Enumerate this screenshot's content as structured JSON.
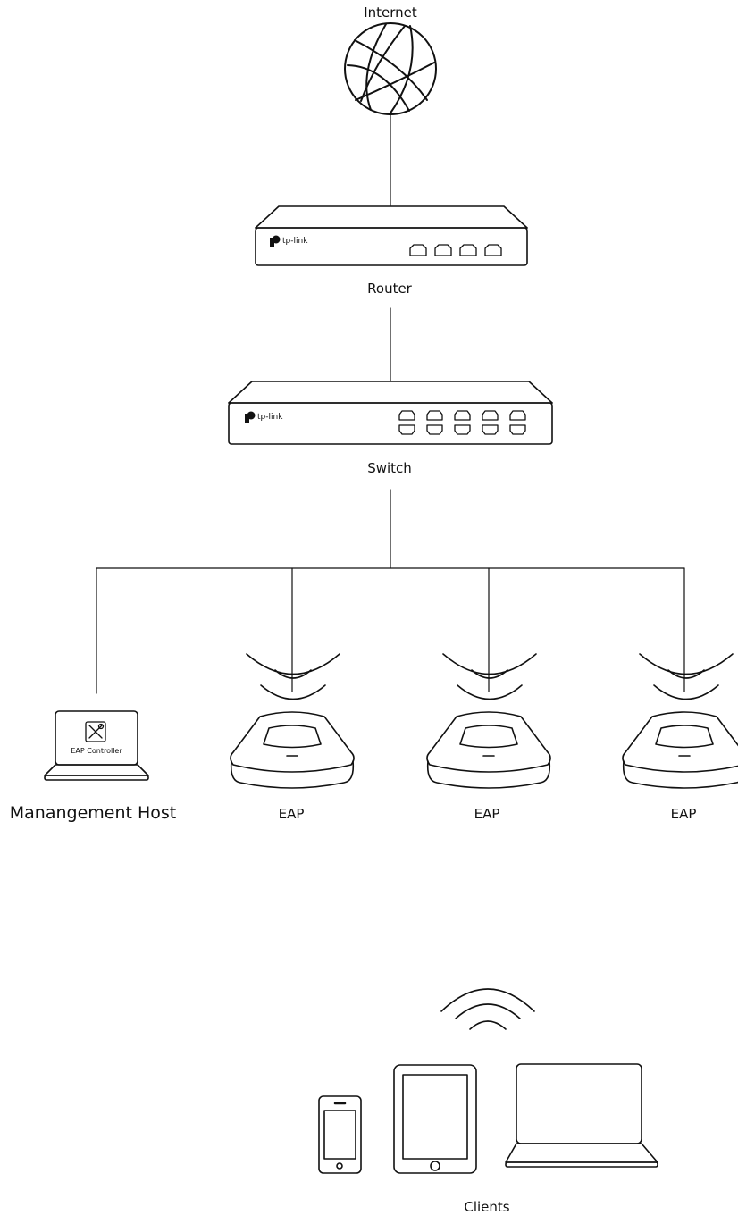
{
  "labels": {
    "internet": "Internet",
    "router": "Router",
    "switch": "Switch",
    "management_host": "Manangement Host",
    "eap_1": "EAP",
    "eap_2": "EAP",
    "eap_3": "EAP",
    "clients": "Clients"
  },
  "device_text": {
    "router_brand": "tp-link",
    "switch_brand": "tp-link",
    "controller_screen": "EAP  Controller"
  },
  "colors": {
    "line": "#111111",
    "background": "#ffffff"
  },
  "icons": [
    "globe-icon",
    "router-icon",
    "switch-icon",
    "laptop-icon",
    "tools-icon",
    "access-point-icon",
    "wifi-signal-icon",
    "phone-icon",
    "tablet-icon"
  ]
}
